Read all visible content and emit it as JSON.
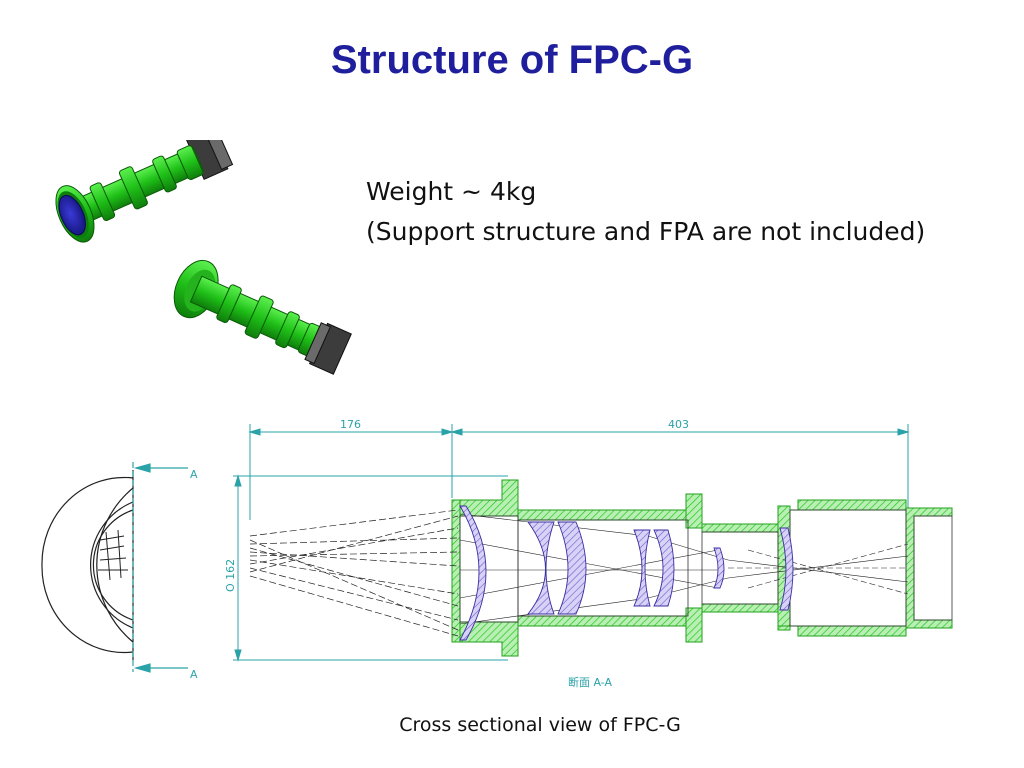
{
  "slide": {
    "title": "Structure of FPC-G",
    "weight_line": "Weight ~ 4kg",
    "note_line": "(Support structure and FPA are not included)",
    "caption": "Cross sectional view of FPC-G"
  },
  "drawing": {
    "dim_left": "176",
    "dim_right": "403",
    "diameter": "O 162",
    "section_mark_top": "A",
    "section_mark_bottom": "A",
    "section_label": "断面 A-A"
  },
  "colors": {
    "title": "#1f1f9e",
    "housing_green": "#22c81c",
    "lens_violet": "#9c8fe0",
    "lens_blue": "#1f1fa0",
    "dimension_teal": "#2aa3a8",
    "cap_gray": "#444444"
  }
}
